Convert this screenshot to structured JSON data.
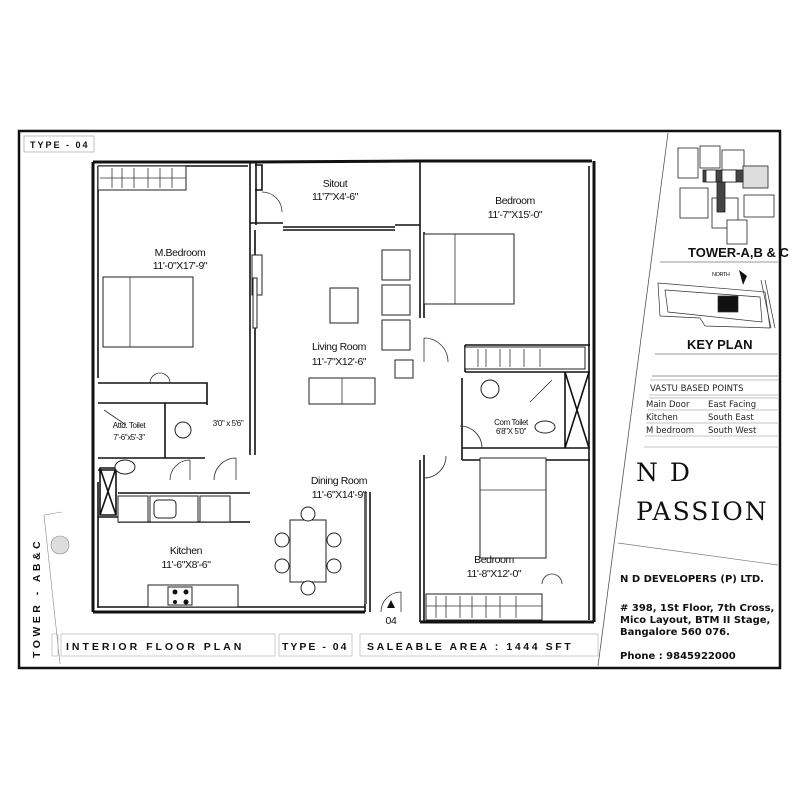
{
  "header": {
    "type_label": "TYPE - 04"
  },
  "rooms": [
    {
      "name": "Sitout",
      "dim": "11'7\"X4'-6\""
    },
    {
      "name": "Bedroom",
      "dim": "11'-7\"X15'-0\""
    },
    {
      "name": "M.Bedroom",
      "dim": "11'-0\"X17'-9\""
    },
    {
      "name": "Living Room",
      "dim": "11'-7\"X12'-6\""
    },
    {
      "name": "Attd. Toilet",
      "dim": "7'-6\"x5'-3\""
    },
    {
      "name": "Com Toilet",
      "dim": "6'8\"X 5'0\""
    },
    {
      "name": "Dining Room",
      "dim": "11'-6\"X14'-9\""
    },
    {
      "name": "Kitchen",
      "dim": "11'-6\"X8'-6\""
    },
    {
      "name": "Bedroom",
      "dim": "11'-8\"X12'-0\""
    }
  ],
  "passage_dim": "3'0\" x 5'6\"",
  "entry_label": "04",
  "footer": {
    "plan_title": "INTERIOR FLOOR PLAN",
    "type": "TYPE - 04",
    "saleable_area": "SALEABLE AREA : 1444 SFT"
  },
  "side_label": "TOWER - AB&C",
  "right_panel": {
    "tower_title": "TOWER-A,B & C",
    "north_label": "NORTH",
    "key_plan_title": "KEY PLAN",
    "vastu": {
      "title": "VASTU BASED POINTS",
      "rows": [
        {
          "item": "Main Door",
          "direction": "East Facing"
        },
        {
          "item": "Kitchen",
          "direction": "South East"
        },
        {
          "item": "M bedroom",
          "direction": "South West"
        }
      ]
    },
    "logo_line1": "N D",
    "logo_line2": "PASSION",
    "developer": {
      "name": "N D DEVELOPERS (P) LTD.",
      "address": [
        "# 398, 1St Floor, 7th Cross,",
        "Mico Layout, BTM II Stage,",
        "Bangalore 560 076."
      ],
      "phone": "Phone : 9845922000"
    }
  }
}
